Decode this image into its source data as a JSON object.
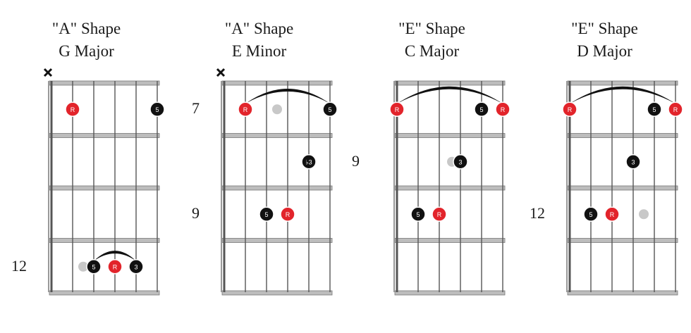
{
  "colors": {
    "root": "#e2242b",
    "note": "#111111",
    "ghost": "#c8c8c8",
    "fret": "#777777",
    "string": "#888888"
  },
  "diagrams": [
    {
      "title_line1": "\"A\" Shape",
      "title_line2": "G Major",
      "muted_string": 1,
      "fret_labels": [
        {
          "fret": 3,
          "text": "12"
        }
      ],
      "barres": [
        {
          "from": 3,
          "to": 5,
          "fret": 3
        }
      ],
      "notes": [
        {
          "string": 2,
          "fret": 0,
          "label": "R",
          "kind": "root"
        },
        {
          "string": 6,
          "fret": 0,
          "label": "5",
          "kind": "note"
        },
        {
          "string": 2.5,
          "fret": 3,
          "label": "",
          "kind": "ghost"
        },
        {
          "string": 3,
          "fret": 3,
          "label": "5",
          "kind": "note"
        },
        {
          "string": 4,
          "fret": 3,
          "label": "R",
          "kind": "root"
        },
        {
          "string": 5,
          "fret": 3,
          "label": "3",
          "kind": "note"
        }
      ]
    },
    {
      "title_line1": "\"A\" Shape",
      "title_line2": "E Minor",
      "muted_string": 1,
      "fret_labels": [
        {
          "fret": 0,
          "text": "7"
        },
        {
          "fret": 2,
          "text": "9"
        }
      ],
      "barres": [
        {
          "from": 2,
          "to": 6,
          "fret": 0
        }
      ],
      "notes": [
        {
          "string": 2,
          "fret": 0,
          "label": "R",
          "kind": "root"
        },
        {
          "string": 3.5,
          "fret": 0,
          "label": "",
          "kind": "ghost"
        },
        {
          "string": 6,
          "fret": 0,
          "label": "5",
          "kind": "note"
        },
        {
          "string": 5,
          "fret": 1,
          "label": "♭3",
          "kind": "note"
        },
        {
          "string": 3,
          "fret": 2,
          "label": "5",
          "kind": "note"
        },
        {
          "string": 4,
          "fret": 2,
          "label": "R",
          "kind": "root"
        }
      ]
    },
    {
      "title_line1": "\"E\" Shape",
      "title_line2": "C Major",
      "muted_string": 0,
      "fret_labels": [
        {
          "fret": 1,
          "text": "9"
        }
      ],
      "barres": [
        {
          "from": 1,
          "to": 6,
          "fret": 0
        }
      ],
      "notes": [
        {
          "string": 1,
          "fret": 0,
          "label": "R",
          "kind": "root"
        },
        {
          "string": 5,
          "fret": 0,
          "label": "5",
          "kind": "note"
        },
        {
          "string": 6,
          "fret": 0,
          "label": "R",
          "kind": "root"
        },
        {
          "string": 3.6,
          "fret": 1,
          "label": "",
          "kind": "ghost"
        },
        {
          "string": 4,
          "fret": 1,
          "label": "3",
          "kind": "note"
        },
        {
          "string": 2,
          "fret": 2,
          "label": "5",
          "kind": "note"
        },
        {
          "string": 3,
          "fret": 2,
          "label": "R",
          "kind": "root"
        }
      ]
    },
    {
      "title_line1": "\"E\" Shape",
      "title_line2": "D Major",
      "muted_string": 0,
      "fret_labels": [
        {
          "fret": 2,
          "text": "12"
        }
      ],
      "barres": [
        {
          "from": 1,
          "to": 6,
          "fret": 0
        }
      ],
      "notes": [
        {
          "string": 1,
          "fret": 0,
          "label": "R",
          "kind": "root"
        },
        {
          "string": 5,
          "fret": 0,
          "label": "5",
          "kind": "note"
        },
        {
          "string": 6,
          "fret": 0,
          "label": "R",
          "kind": "root"
        },
        {
          "string": 4,
          "fret": 1,
          "label": "3",
          "kind": "note"
        },
        {
          "string": 2,
          "fret": 2,
          "label": "5",
          "kind": "note"
        },
        {
          "string": 3,
          "fret": 2,
          "label": "R",
          "kind": "root"
        },
        {
          "string": 4.5,
          "fret": 2,
          "label": "",
          "kind": "ghost"
        }
      ]
    }
  ]
}
